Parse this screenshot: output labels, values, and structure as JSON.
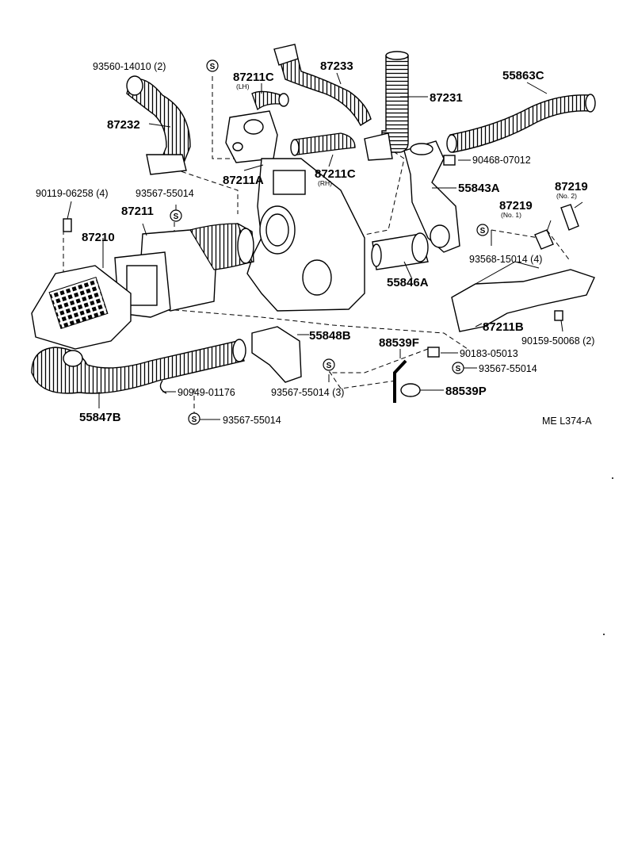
{
  "labels": {
    "l_93560": "93560-14010 (2)",
    "l_87211C_lh": "87211C",
    "l_lh": "(LH)",
    "l_87233": "87233",
    "l_87231": "87231",
    "l_55863C": "55863C",
    "l_87232": "87232",
    "l_90468": "90468-07012",
    "l_87211A": "87211A",
    "l_87211C_rh": "87211C",
    "l_rh": "(RH)",
    "l_55843A": "55843A",
    "l_90119": "90119-06258 (4)",
    "l_93567_a": "93567-55014",
    "l_87219_no2": "87219",
    "l_no2": "(No. 2)",
    "l_87211": "87211",
    "l_87219_no1": "87219",
    "l_no1": "(No. 1)",
    "l_87210": "87210",
    "l_93568": "93568-15014 (4)",
    "l_55846A": "55846A",
    "l_87211B": "87211B",
    "l_90159": "90159-50068 (2)",
    "l_55848B": "55848B",
    "l_88539F": "88539F",
    "l_90183": "90183-05013",
    "l_93567_b": "93567-55014",
    "l_90949": "90949-01176",
    "l_93567_3": "93567-55014 (3)",
    "l_88539P": "88539P",
    "l_55847B": "55847B",
    "l_93567_c": "93567-55014",
    "l_code": "ME L374-A"
  },
  "symbols": {
    "s_mark": "S"
  }
}
